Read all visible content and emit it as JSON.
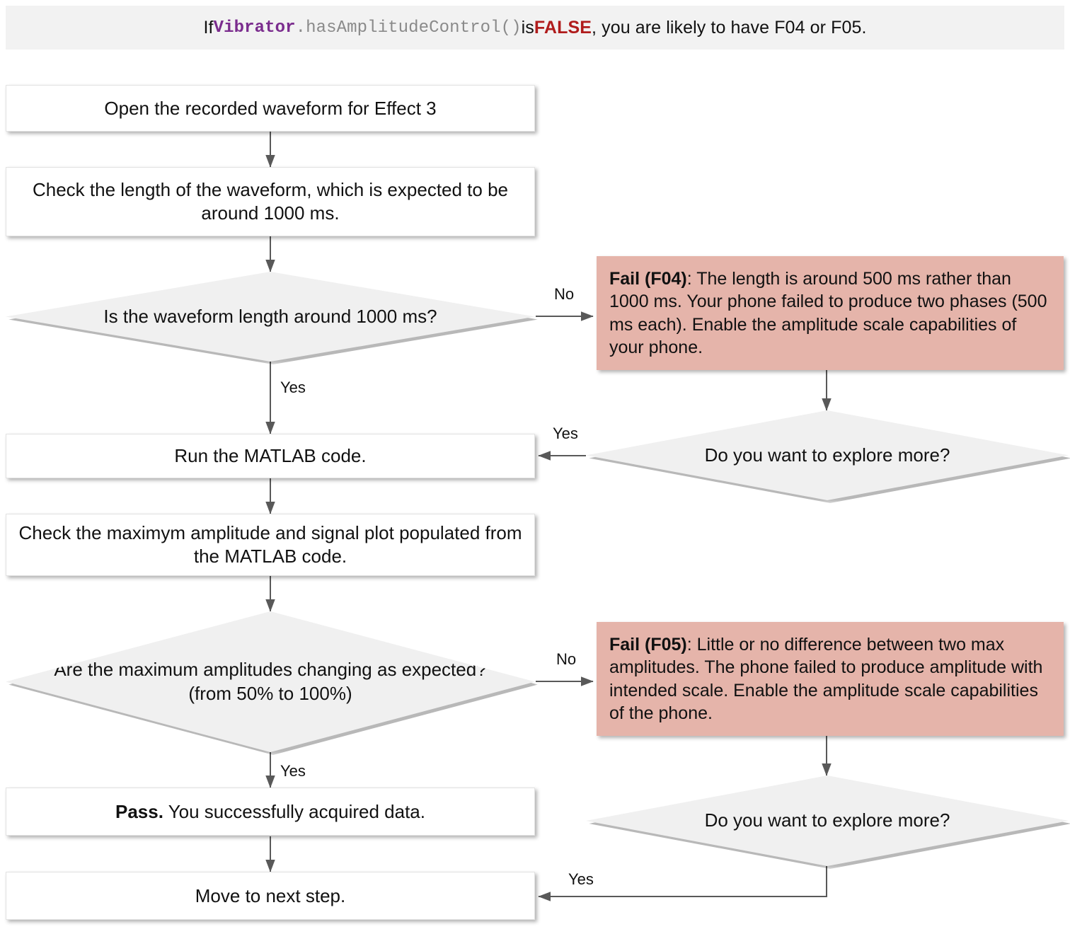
{
  "banner": {
    "prefix": "If ",
    "class_name": "Vibrator",
    "method": ".hasAmplitudeControl()",
    "mid": " is ",
    "false_word": "FALSE",
    "suffix": ", you are likely to have F04 or F05."
  },
  "colors": {
    "banner_bg": "#f2f2f2",
    "class_purple": "#7b2d8e",
    "method_gray": "#8a8a8a",
    "false_red": "#b01c1c",
    "process_fill": "#ffffff",
    "decision_fill": "#f0f0f0",
    "fail_fill": "#e5b4aa",
    "connector": "#595959"
  },
  "nodes": {
    "open_waveform": {
      "text": "Open the recorded waveform for Effect 3",
      "shape": "process"
    },
    "check_length": {
      "text": "Check the length of the waveform, which is expected to be around 1000 ms.",
      "shape": "process"
    },
    "q_length": {
      "text": "Is the waveform length around 1000 ms?",
      "shape": "decision"
    },
    "fail_f04": {
      "shape": "fail",
      "label": "Fail (F04)",
      "body": ": The length is around 500 ms rather than 1000 ms. Your phone failed to produce two phases (500 ms each). Enable the amplitude scale capabilities of your phone."
    },
    "q_explore_top": {
      "text": "Do you want to explore more?",
      "shape": "decision"
    },
    "run_matlab": {
      "text": "Run the MATLAB code.",
      "shape": "process"
    },
    "check_amplitude": {
      "text": "Check the maximym amplitude and signal plot populated from the MATLAB code.",
      "shape": "process"
    },
    "q_amplitudes": {
      "text": "Are the maximum amplitudes changing as expected? (from 50% to 100%)",
      "shape": "decision"
    },
    "fail_f05": {
      "shape": "fail",
      "label": "Fail (F05)",
      "body": ": Little or no difference between two max amplitudes. The phone failed to produce amplitude with intended scale. Enable the amplitude scale capabilities of the phone."
    },
    "q_explore_bottom": {
      "text": "Do you want to explore more?",
      "shape": "decision"
    },
    "pass_node": {
      "shape": "process",
      "label": "Pass.",
      "body": " You successfully acquired data."
    },
    "next_step": {
      "text": "Move to next step.",
      "shape": "process"
    }
  },
  "edge_labels": {
    "no_1": "No",
    "yes_1": "Yes",
    "yes_explore_top": "Yes",
    "no_2": "No",
    "yes_2": "Yes",
    "yes_explore_bottom": "Yes"
  }
}
